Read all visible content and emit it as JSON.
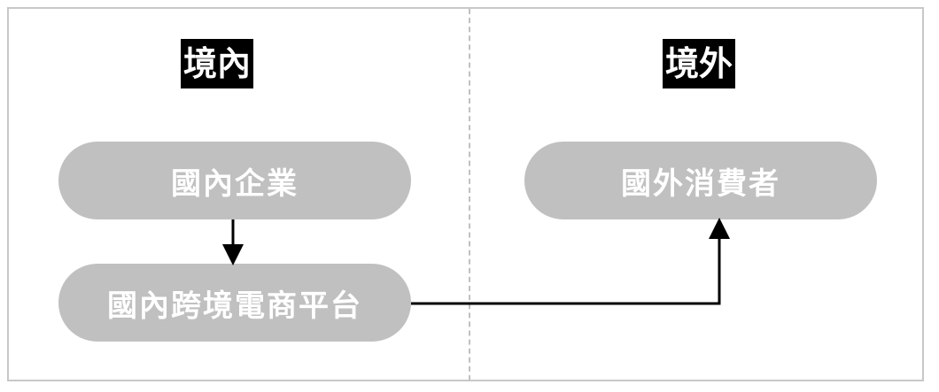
{
  "regions": {
    "domestic_label": "境內",
    "overseas_label": "境外"
  },
  "nodes": {
    "domestic_enterprise": "國內企業",
    "cross_border_platform": "國內跨境電商平台",
    "foreign_consumer": "國外消費者"
  },
  "colors": {
    "node_fill": "#c0c0c0",
    "node_text": "#ffffff",
    "label_fill": "#000000",
    "label_text": "#ffffff",
    "arrow": "#000000",
    "frame": "#c8c8c8",
    "divider": "#c0c0c0"
  }
}
